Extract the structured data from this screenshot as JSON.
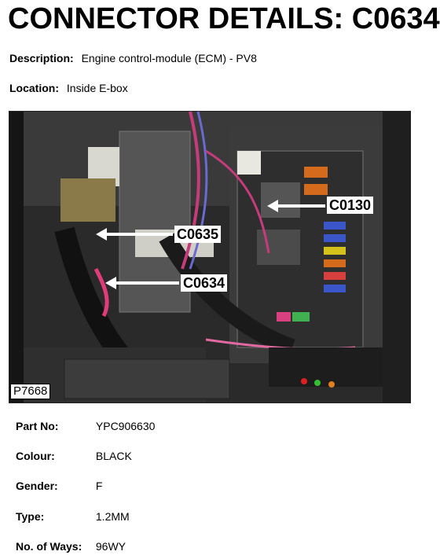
{
  "header": {
    "title": "CONNECTOR DETAILS: C0634"
  },
  "info": {
    "description_label": "Description:",
    "description_value": "Engine control-module (ECM) - PV8",
    "location_label": "Location:",
    "location_value": "Inside E-box"
  },
  "photo": {
    "id": "P7668",
    "callouts": {
      "c0130": "C0130",
      "c0635": "C0635",
      "c0634": "C0634"
    }
  },
  "details": {
    "part_label": "Part No:",
    "part_value": "YPC906630",
    "colour_label": "Colour:",
    "colour_value": "BLACK",
    "gender_label": "Gender:",
    "gender_value": "F",
    "type_label": "Type:",
    "type_value": "1.2MM",
    "ways_label": "No. of Ways:",
    "ways_value": "96WY"
  }
}
